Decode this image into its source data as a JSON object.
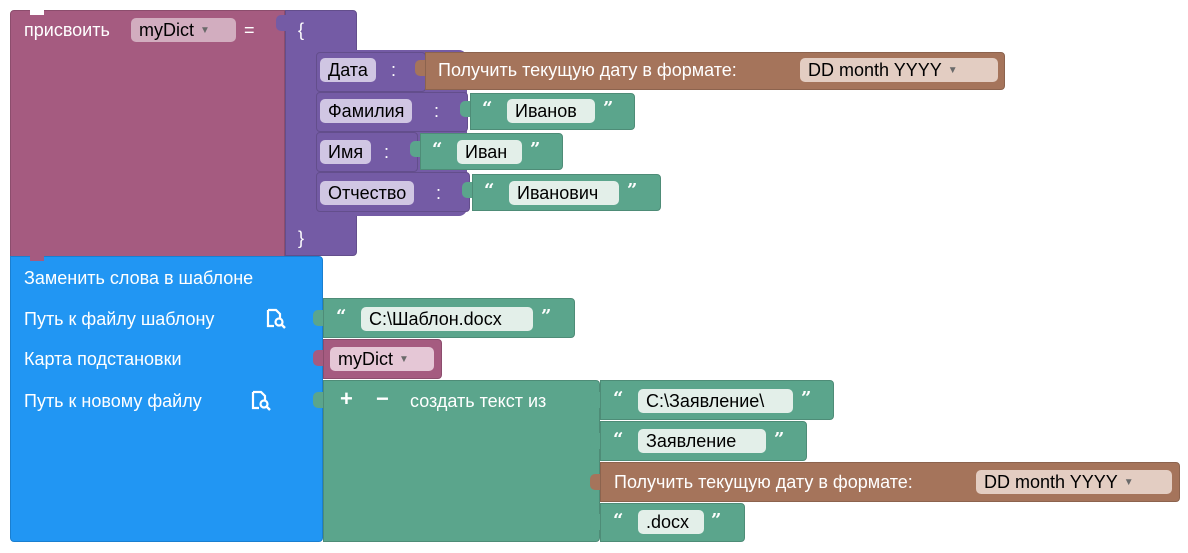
{
  "assign_block": {
    "label": "присвоить",
    "variable": "myDict",
    "equals": "="
  },
  "dict_block": {
    "open_brace": "{",
    "close_brace": "}",
    "colon": ":",
    "entries": [
      {
        "key": "Дата",
        "value_type": "date",
        "date_label": "Получить текущую дату в формате:",
        "date_format": "DD month YYYY"
      },
      {
        "key": "Фамилия",
        "value_type": "text",
        "value": "Иванов"
      },
      {
        "key": "Имя",
        "value_type": "text",
        "value": "Иван"
      },
      {
        "key": "Отчество",
        "value_type": "text",
        "value": "Иванович"
      }
    ]
  },
  "replace_block": {
    "title": "Заменить слова в шаблоне",
    "template_path_label": "Путь к файлу шаблону",
    "template_path_value": "C:\\Шаблон.docx",
    "map_label": "Карта подстановки",
    "map_variable": "myDict",
    "new_file_label": "Путь к новому файлу",
    "plus": "+",
    "minus": "−",
    "join_label": "создать текст из",
    "join_parts": [
      {
        "type": "text",
        "value": "C:\\Заявление\\"
      },
      {
        "type": "text",
        "value": "Заявление"
      },
      {
        "type": "date",
        "date_label": "Получить текущую дату в формате:",
        "date_format": "DD month YYYY"
      },
      {
        "type": "text",
        "value": ".docx"
      }
    ]
  },
  "quotes": {
    "open": "“",
    "close": "”"
  },
  "icons": {
    "file_search": "file-search-icon",
    "dropdown": "dropdown-arrow-icon"
  },
  "colors": {
    "variables": "#a55b80",
    "dictionary": "#745ba5",
    "date": "#a5745b",
    "text": "#5ba58c",
    "main": "#2196f3"
  }
}
